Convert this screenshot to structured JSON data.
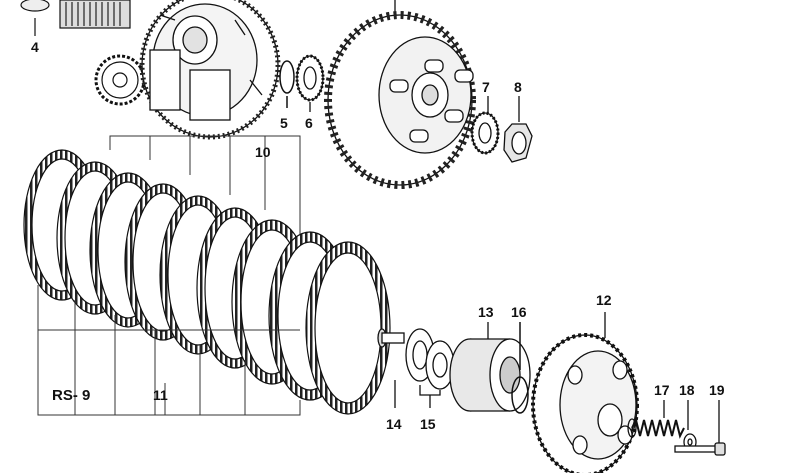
{
  "diagram": {
    "code": "RS- 9",
    "callouts": {
      "p4": "4",
      "p5": "5",
      "p6": "6",
      "p7": "7",
      "p8": "8",
      "p10": "10",
      "p11": "11",
      "p12": "12",
      "p13": "13",
      "p14": "14",
      "p15": "15",
      "p16": "16",
      "p17": "17",
      "p18": "18",
      "p19": "19"
    }
  }
}
